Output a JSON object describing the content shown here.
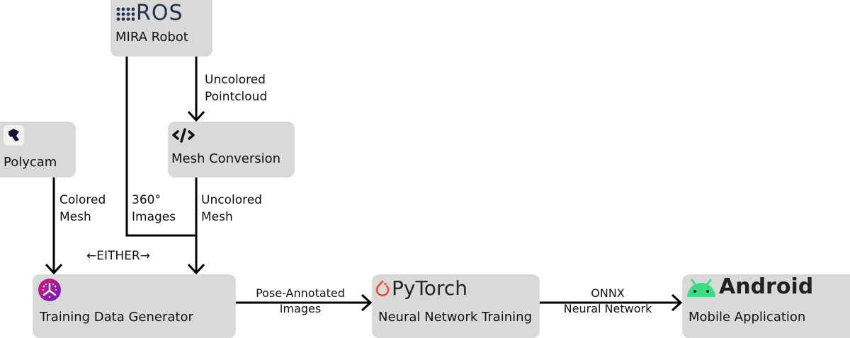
{
  "nodes": {
    "ros": {
      "brand": "ROS",
      "label": "MIRA Robot",
      "icon": "ros-dots-logo",
      "color": "#22314e"
    },
    "polycam": {
      "label": "Polycam",
      "icon": "polycam-logo",
      "color": "#1a1433"
    },
    "mesh_conversion": {
      "label": "Mesh Conversion",
      "icon": "code-brackets-icon"
    },
    "training_data_generator": {
      "label": "Training Data Generator",
      "icon": "generator-logo",
      "gradient": [
        "#d6196a",
        "#6a1fc8"
      ]
    },
    "pytorch": {
      "brand": "PyTorch",
      "label": "Neural Network Training",
      "icon": "pytorch-flame-logo",
      "color": "#ee4c2c"
    },
    "android": {
      "brand": "Android",
      "label": "Mobile Application",
      "icon": "android-head-logo",
      "color": "#3ddc84"
    }
  },
  "edges": {
    "ros_to_mesh": {
      "line1": "Uncolored",
      "line2": "Pointcloud"
    },
    "polycam_to_tdg": {
      "line1": "Colored",
      "line2": "Mesh"
    },
    "ros_to_tdg": {
      "line1": "360°",
      "line2": "Images"
    },
    "mesh_to_tdg": {
      "line1": "Uncolored",
      "line2": "Mesh"
    },
    "either": "←EITHER→",
    "tdg_to_pytorch": {
      "line1": "Pose-Annotated",
      "line2": "Images"
    },
    "pytorch_to_android": {
      "line1": "ONNX",
      "line2": "Neural Network"
    }
  },
  "colors": {
    "box": "#d9d9d9",
    "line": "#000000"
  }
}
